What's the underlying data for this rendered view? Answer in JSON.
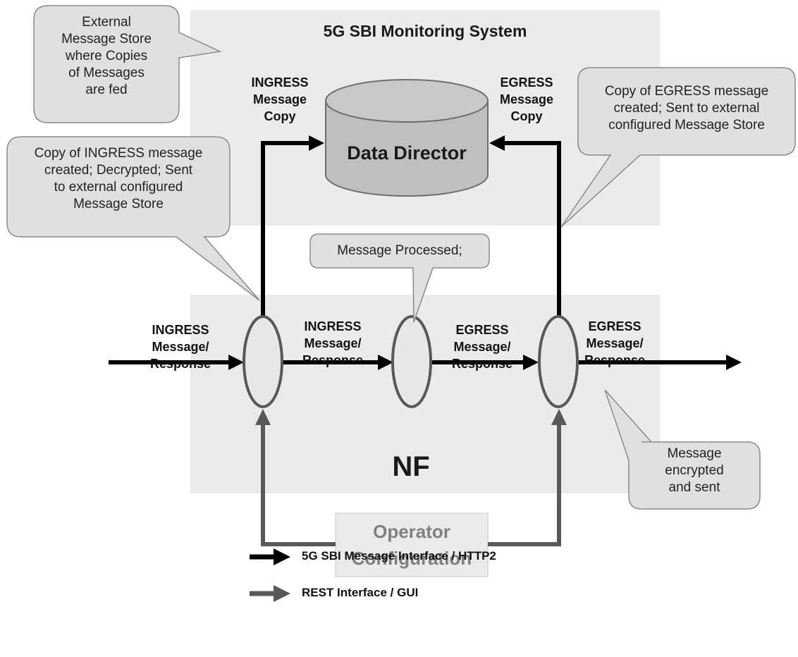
{
  "system_box": {
    "title": "5G SBI Monitoring System"
  },
  "data_director": {
    "label": "Data Director"
  },
  "nf_box": {
    "label": "NF"
  },
  "operator_config": {
    "label": "Operator\nConfiguration"
  },
  "labels": {
    "ingress_copy": "INGRESS\nMessage\nCopy",
    "egress_copy": "EGRESS\nMessage\nCopy",
    "ingress_in": "INGRESS\nMessage/\nResponse",
    "ingress_mid": "INGRESS\nMessage/\nResponse",
    "egress_mid": "EGRESS\nMessage/\nResponse",
    "egress_out": "EGRESS\nMessage/\nResponse"
  },
  "callouts": {
    "external_store": "External\nMessage Store\nwhere Copies\nof Messages\nare fed",
    "ingress_copy_note": "Copy of INGRESS message\ncreated; Decrypted; Sent\nto external configured\nMessage Store",
    "egress_copy_note": "Copy of EGRESS message\ncreated; Sent to external\nconfigured Message Store",
    "processed_note": "Message Processed;",
    "encrypted_note": "Message\nencrypted\nand sent"
  },
  "legend": {
    "sbi": "5G SBI Message Interface / HTTP2",
    "rest": "REST Interface / GUI"
  },
  "colors": {
    "panel": "#ebebeb",
    "callout": "#e0e0e0",
    "sbi_arrow": "#000000",
    "rest_arrow": "#595959",
    "cylinder": "#bfbfbf",
    "operator_text": "#808080"
  }
}
